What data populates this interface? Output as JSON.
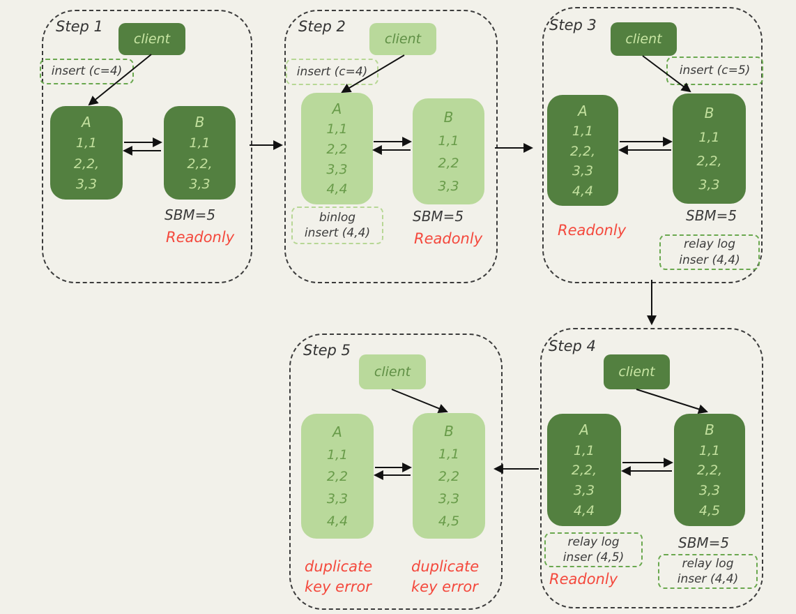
{
  "colors": {
    "background": "#f2f1ea",
    "node_dark_green": "#538040",
    "node_light_green": "#b9d99b",
    "text_on_dark": "#c3e09e",
    "text_on_light": "#689b49",
    "step_border": "#3b3b3b",
    "note_border_green": "#6aa84f",
    "note_border_light_green": "#b7d795",
    "error_red": "#f4483c",
    "arrow_black": "#111111"
  },
  "steps": [
    {
      "label": "Step 1",
      "client": "client",
      "insert_note": "insert (c=4)",
      "node_a": {
        "title": "A",
        "rows": [
          "1,1",
          "2,2,",
          "3,3"
        ]
      },
      "node_b": {
        "title": "B",
        "rows": [
          "1,1",
          "2,2,",
          "3,3"
        ]
      },
      "sbm": "SBM=5",
      "readonly": "Readonly"
    },
    {
      "label": "Step 2",
      "client": "client",
      "insert_note": "insert (c=4)",
      "binlog_note": [
        "binlog",
        "insert (4,4)"
      ],
      "node_a": {
        "title": "A",
        "rows": [
          "1,1",
          "2,2",
          "3,3",
          "4,4"
        ]
      },
      "node_b": {
        "title": "B",
        "rows": [
          "1,1",
          "2,2",
          "3,3"
        ]
      },
      "sbm": "SBM=5",
      "readonly": "Readonly"
    },
    {
      "label": "Step 3",
      "client": "client",
      "insert_note": "insert (c=5)",
      "relay_note": [
        "relay log",
        "inser (4,4)"
      ],
      "node_a": {
        "title": "A",
        "rows": [
          "1,1",
          "2,2,",
          "3,3",
          "4,4"
        ]
      },
      "node_b": {
        "title": "B",
        "rows": [
          "1,1",
          "2,2,",
          "3,3"
        ]
      },
      "sbm": "SBM=5",
      "readonly": "Readonly"
    },
    {
      "label": "Step 4",
      "client": "client",
      "relay_note_a": [
        "relay log",
        "inser (4,5)"
      ],
      "relay_note_b": [
        "relay log",
        "inser (4,4)"
      ],
      "node_a": {
        "title": "A",
        "rows": [
          "1,1",
          "2,2,",
          "3,3",
          "4,4"
        ]
      },
      "node_b": {
        "title": "B",
        "rows": [
          "1,1",
          "2,2,",
          "3,3",
          "4,5"
        ]
      },
      "sbm": "SBM=5",
      "readonly": "Readonly"
    },
    {
      "label": "Step 5",
      "client": "client",
      "node_a": {
        "title": "A",
        "rows": [
          "1,1",
          "2,2",
          "3,3",
          "4,4"
        ]
      },
      "node_b": {
        "title": "B",
        "rows": [
          "1,1",
          "2,2",
          "3,3",
          "4,5"
        ]
      },
      "error_a": [
        "duplicate",
        "key error"
      ],
      "error_b": [
        "duplicate",
        "key error"
      ]
    }
  ]
}
